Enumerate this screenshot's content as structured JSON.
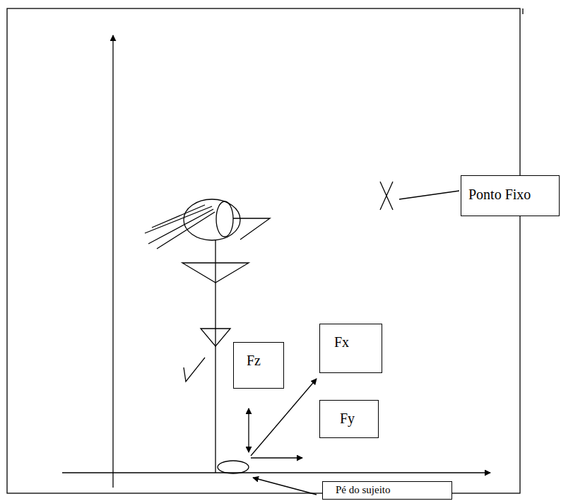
{
  "diagram": {
    "nodes": [
      {
        "text": [
          "Ponto Fixo"
        ]
      },
      {
        "text": [
          "Fx"
        ]
      },
      {
        "text": [
          "Fz"
        ]
      },
      {
        "text": [
          "Fy"
        ]
      },
      {
        "text": [
          "Pé do sujeito"
        ]
      }
    ]
  }
}
